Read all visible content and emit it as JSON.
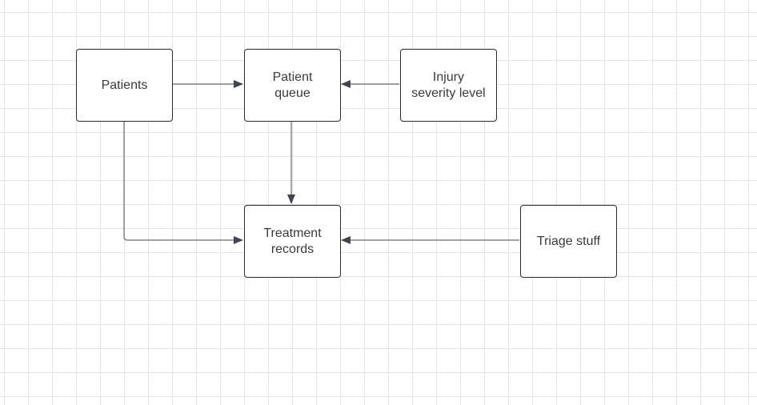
{
  "diagram": {
    "nodes": {
      "patients": {
        "label": "Patients"
      },
      "patient_queue": {
        "label": "Patient\nqueue"
      },
      "injury_severity": {
        "label": "Injury\nseverity level"
      },
      "treatment_records": {
        "label": "Treatment\nrecords"
      },
      "triage": {
        "label": "Triage stuff"
      }
    },
    "edges": [
      {
        "from": "Patients",
        "to": "Patient queue"
      },
      {
        "from": "Injury severity level",
        "to": "Patient queue"
      },
      {
        "from": "Patient queue",
        "to": "Treatment records"
      },
      {
        "from": "Patients",
        "to": "Treatment records"
      },
      {
        "from": "Triage stuff",
        "to": "Treatment records"
      }
    ],
    "colors": {
      "line": "#6b6b6b",
      "arrowhead": "#3f4552",
      "node_border": "#2b2b2b",
      "text": "#3a3a3a",
      "grid": "#e4e4e4"
    }
  }
}
